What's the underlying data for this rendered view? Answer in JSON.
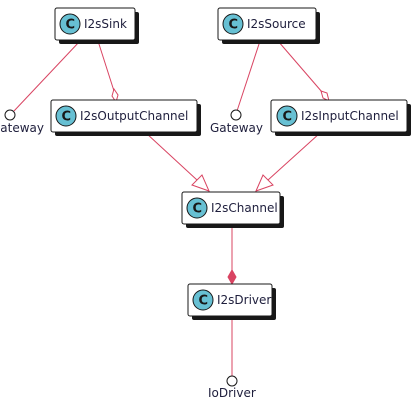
{
  "classes": {
    "sink": {
      "stereotype": "C",
      "name": "I2sSink"
    },
    "source": {
      "stereotype": "C",
      "name": "I2sSource"
    },
    "output_channel": {
      "stereotype": "C",
      "name": "I2sOutputChannel"
    },
    "input_channel": {
      "stereotype": "C",
      "name": "I2sInputChannel"
    },
    "channel": {
      "stereotype": "C",
      "name": "I2sChannel"
    },
    "driver": {
      "stereotype": "C",
      "name": "I2sDriver"
    }
  },
  "interfaces": {
    "sink_gateway": {
      "label": "Gateway"
    },
    "source_gateway": {
      "label": "Gateway"
    },
    "io_driver": {
      "label": "IoDriver"
    }
  },
  "colors": {
    "class_fill": "#ffffff",
    "class_border": "#181818",
    "stereotype_circle": "#67c0d3",
    "link": "#d94462",
    "text": "#1e1e3c"
  }
}
